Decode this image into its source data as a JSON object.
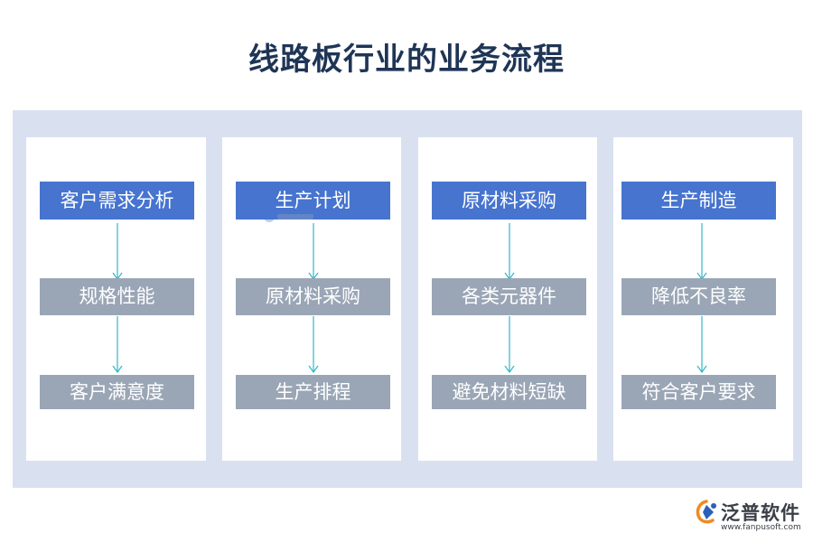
{
  "title": "线路板行业的业务流程",
  "columns": [
    {
      "header": "客户需求分析",
      "middle": "规格性能",
      "bottom": "客户满意度"
    },
    {
      "header": "生产计划",
      "middle": "原材料采购",
      "bottom": "生产排程"
    },
    {
      "header": "原材料采购",
      "middle": "各类元器件",
      "bottom": "避免材料短缺"
    },
    {
      "header": "生产制造",
      "middle": "降低不良率",
      "bottom": "符合客户要求"
    }
  ],
  "logo": {
    "name": "泛普软件",
    "url": "www.fanpusoft.com"
  },
  "colors": {
    "title": "#1f3556",
    "band": "#d9e1f1",
    "header_box": "#4674cf",
    "grey_box": "#9aa6b6",
    "arrow": "#2fb7c8"
  }
}
